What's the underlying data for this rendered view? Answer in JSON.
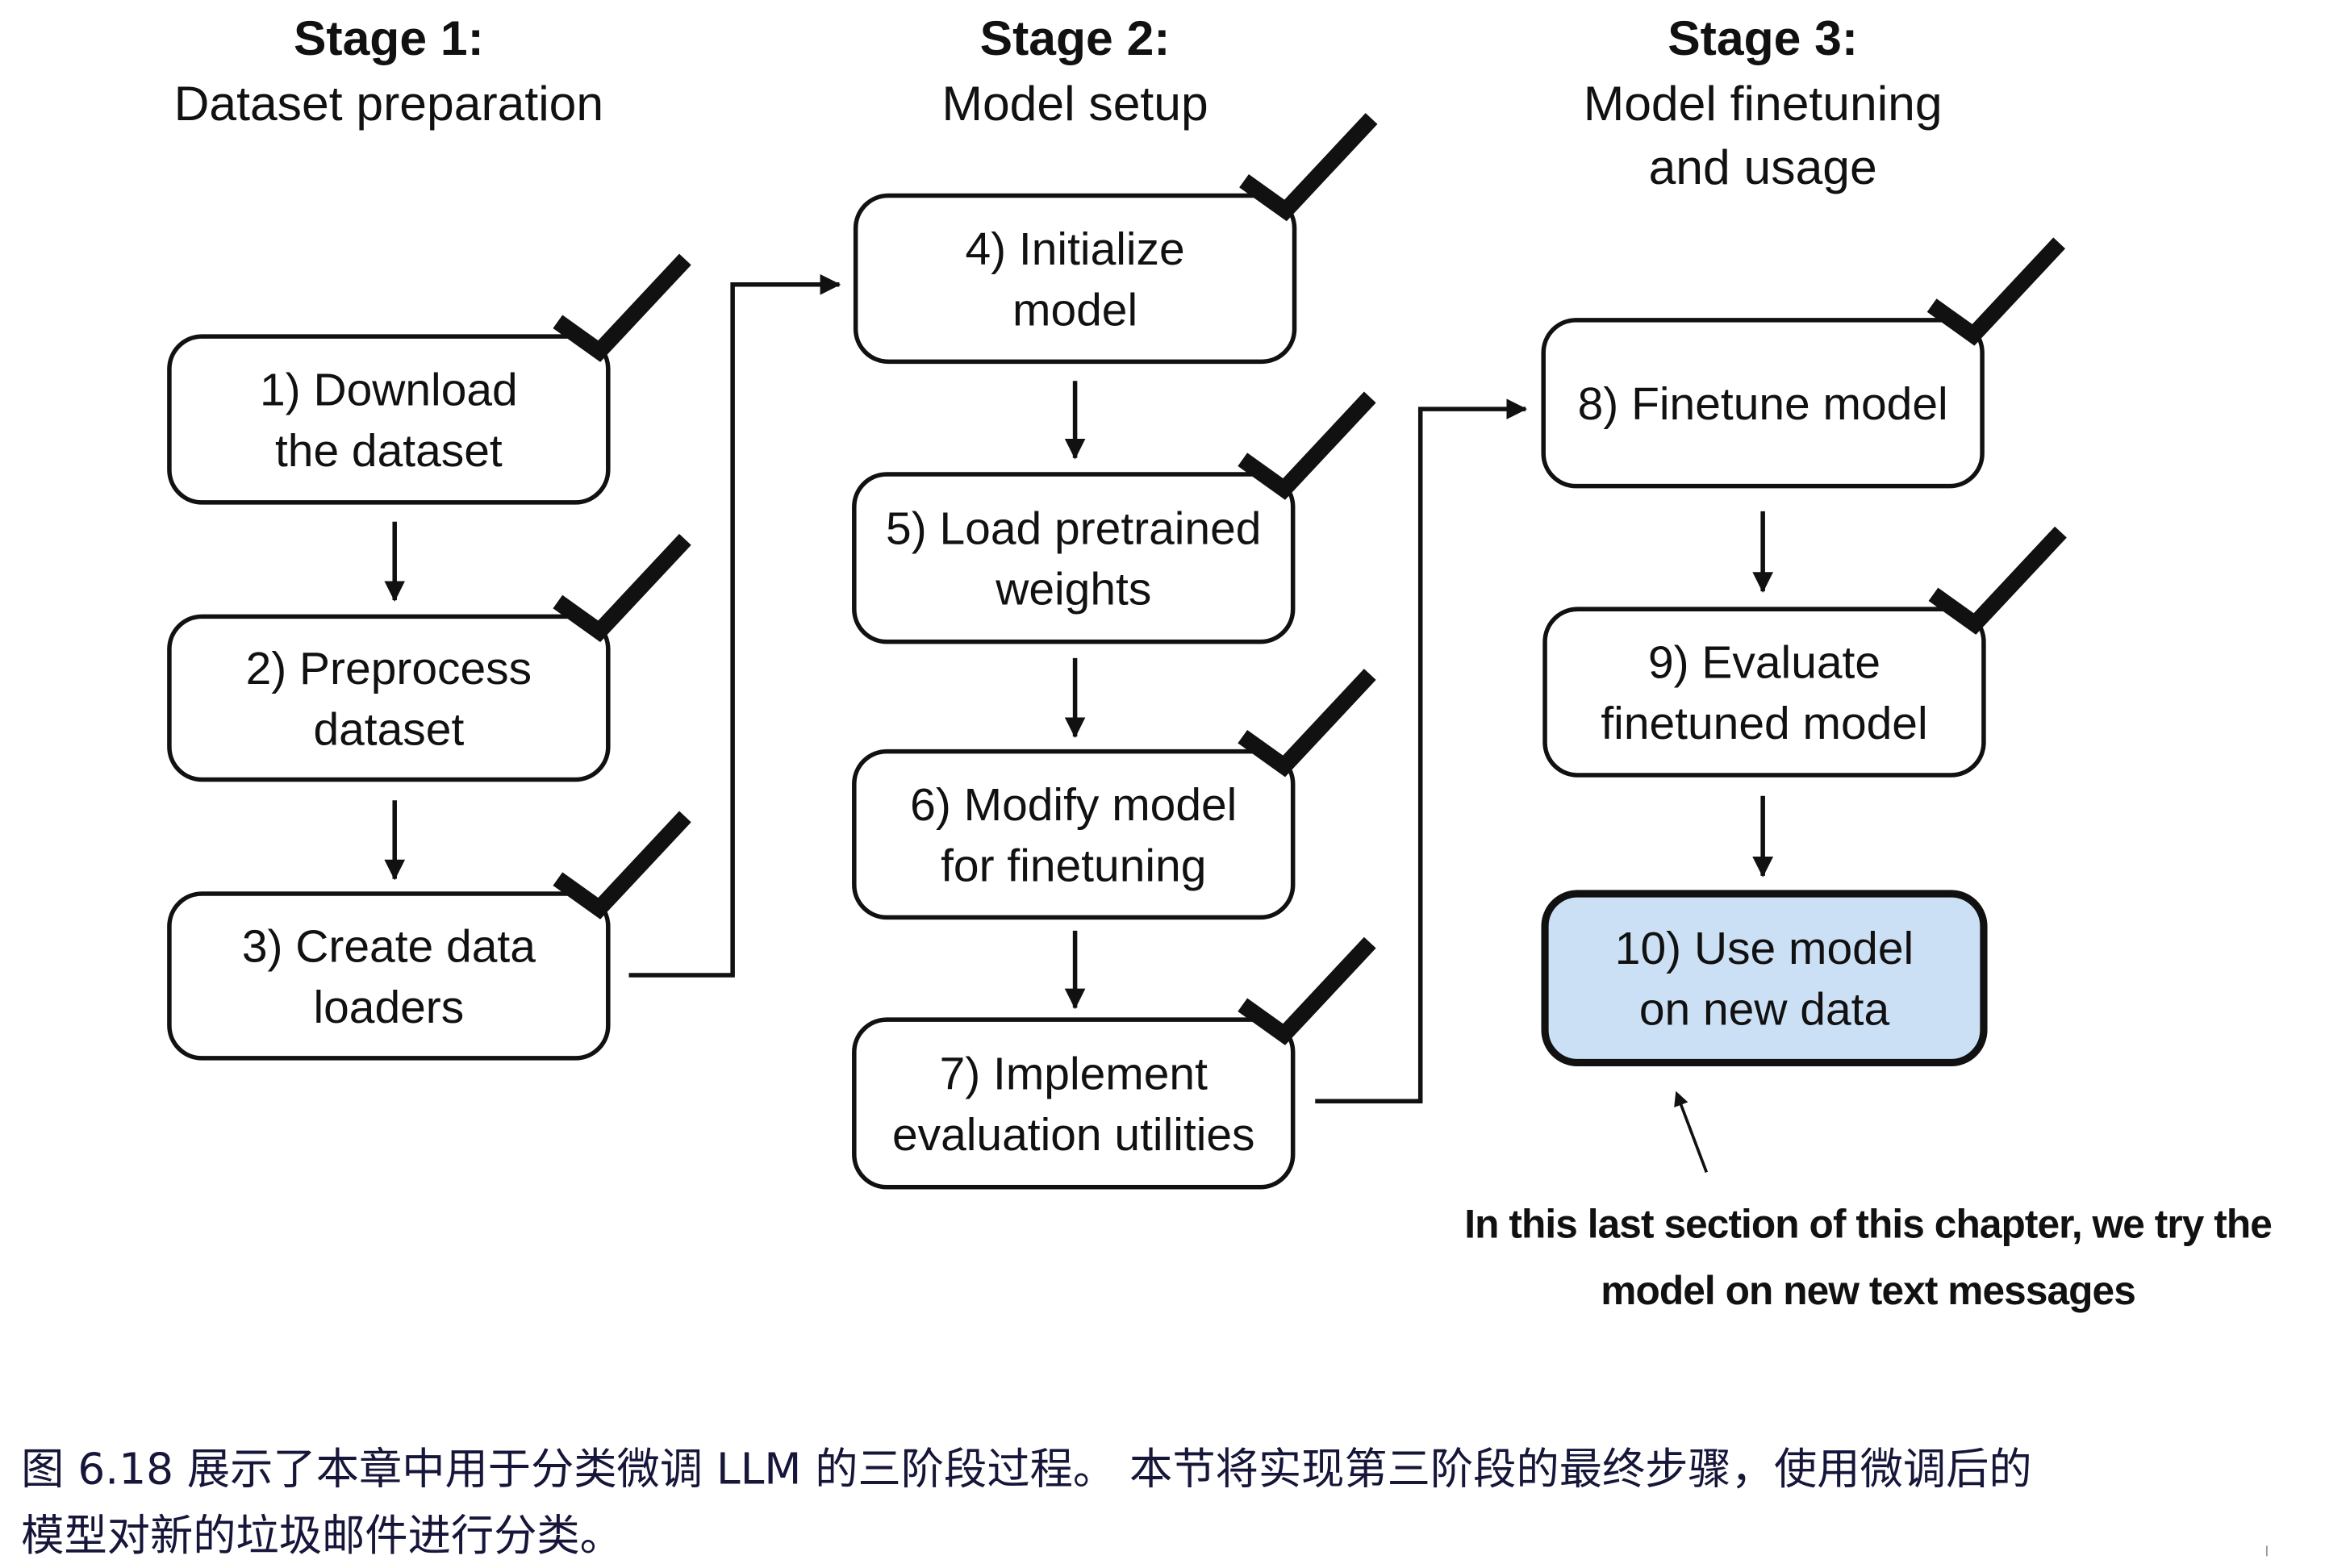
{
  "stages": [
    {
      "title": "Stage 1:",
      "subtitle": [
        "Dataset preparation"
      ]
    },
    {
      "title": "Stage 2:",
      "subtitle": [
        "Model setup"
      ]
    },
    {
      "title": "Stage 3:",
      "subtitle": [
        "Model finetuning",
        "and usage"
      ]
    }
  ],
  "steps": [
    {
      "lines": [
        "1) Download",
        "the dataset"
      ],
      "completed": true
    },
    {
      "lines": [
        "2) Preprocess",
        "dataset"
      ],
      "completed": true
    },
    {
      "lines": [
        "3) Create data",
        "loaders"
      ],
      "completed": true
    },
    {
      "lines": [
        "4) Initialize",
        "model"
      ],
      "completed": true
    },
    {
      "lines": [
        "5) Load pretrained",
        "weights"
      ],
      "completed": true
    },
    {
      "lines": [
        "6) Modify model",
        "for finetuning"
      ],
      "completed": true
    },
    {
      "lines": [
        "7) Implement",
        "evaluation utilities"
      ],
      "completed": true
    },
    {
      "lines": [
        "8) Finetune model"
      ],
      "completed": true
    },
    {
      "lines": [
        "9) Evaluate",
        "finetuned model"
      ],
      "completed": true
    },
    {
      "lines": [
        "10) Use model",
        "on new data"
      ],
      "completed": false,
      "highlighted": true
    }
  ],
  "annotation": [
    "In this last section of this chapter, we try the",
    "model on new text messages"
  ],
  "caption": [
    "图 6.18 展示了本章中用于分类微调 LLM 的三阶段过程。 本节将实现第三阶段的最终步骤，使用微调后的",
    "模型对新的垃圾邮件进行分类。"
  ],
  "colors": {
    "highlight_fill": "#cce0f5",
    "stroke": "#111111",
    "caption_text": "#16163a"
  },
  "icons": {
    "completed": "checkmark-icon"
  }
}
